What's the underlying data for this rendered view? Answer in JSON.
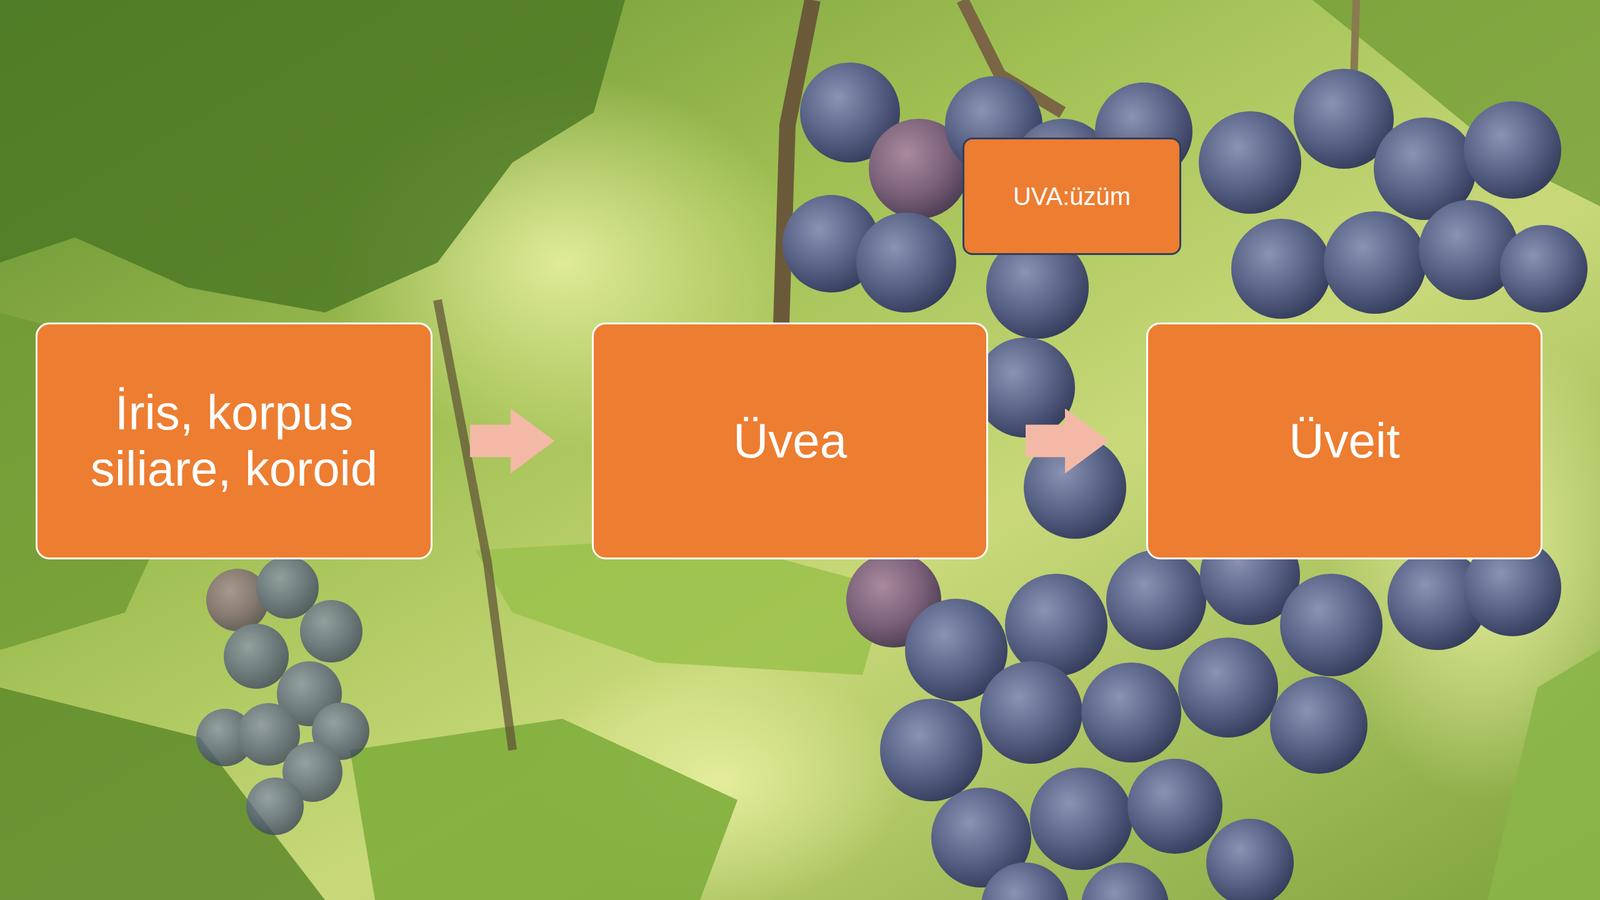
{
  "diagram": {
    "nodes": [
      {
        "text": [
          "İris, korpus siliare, koroid"
        ]
      },
      {
        "text": [
          "Üvea"
        ]
      },
      {
        "text": [
          "UVA:üzüm"
        ]
      },
      {
        "text": [
          "Üveit"
        ]
      }
    ],
    "edges": [
      {
        "from": 0,
        "to": 1,
        "arrow": "to"
      },
      {
        "from": 1,
        "to": 3,
        "arrow": "to"
      }
    ]
  }
}
